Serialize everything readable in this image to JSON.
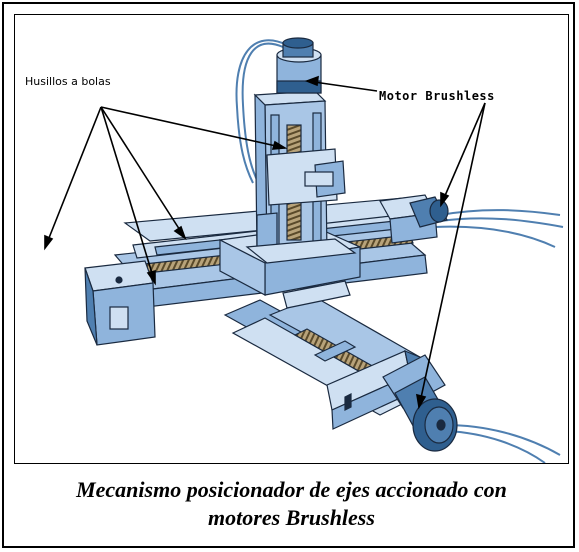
{
  "figure": {
    "labels": {
      "ball_screws": "Husillos a bolas",
      "brushless_motor": "Motor Brushless"
    }
  },
  "caption": {
    "line1": "Mecanismo posicionador de ejes accionado con",
    "line2": "motores Brushless"
  },
  "colors": {
    "metal_light": "#cfe0f2",
    "metal_mid": "#8fb4dc",
    "metal_dark": "#4f7fb0",
    "outline": "#1a2a40",
    "screw": "#7a6a4a",
    "motor_dark": "#2f5f8f"
  }
}
